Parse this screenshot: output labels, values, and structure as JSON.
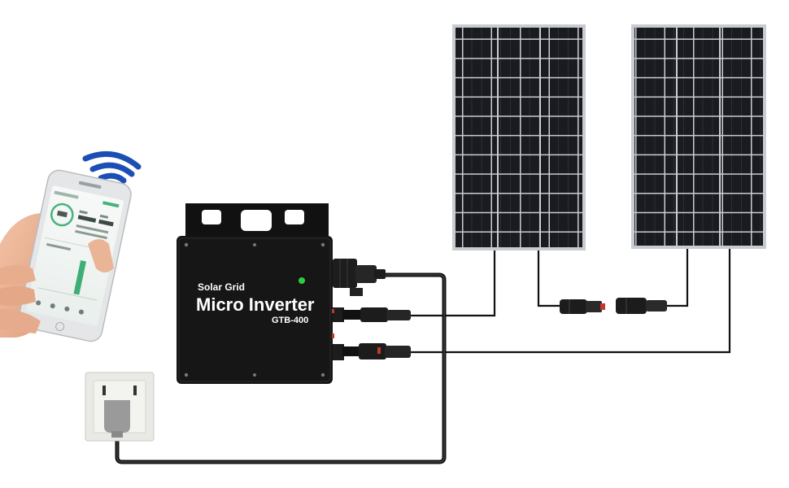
{
  "inverter": {
    "brand_line": "Solar Grid",
    "title": "Micro Inverter",
    "model": "GTB-400"
  },
  "colors": {
    "panel_frame": "#c8ccd0",
    "panel_cell": "#1a1b20",
    "inverter_body": "#161616",
    "cable": "#111111",
    "indicator": "#2ecc40",
    "wifi": "#1b4fb3",
    "outlet": "#e9e9e6",
    "plug": "#9a9a9a"
  },
  "icons": {
    "wifi": "wifi-signal-icon",
    "phone": "smartphone-app",
    "outlet": "wall-outlet",
    "panels": "solar-panel"
  }
}
